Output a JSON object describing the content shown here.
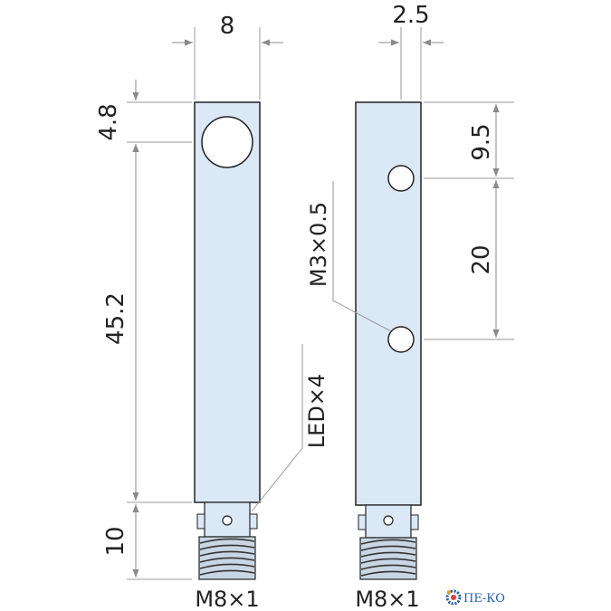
{
  "dimensions": {
    "front_width": "8",
    "side_width": "2.5",
    "top_offset": "4.8",
    "body_length": "45.2",
    "connector_length": "10",
    "hole_offset": "9.5",
    "hole_spacing": "20"
  },
  "callouts": {
    "led": "LED×4",
    "mount_thread": "M3×0.5"
  },
  "connectors": {
    "front": "M8×1",
    "side": "M8×1"
  },
  "logo": {
    "text": "ПЕ-КО",
    "color": "#1f5fa8"
  },
  "colors": {
    "body_fill": "#dbe8f5",
    "outline": "#222222",
    "dimension_line": "#9a9a9a"
  }
}
